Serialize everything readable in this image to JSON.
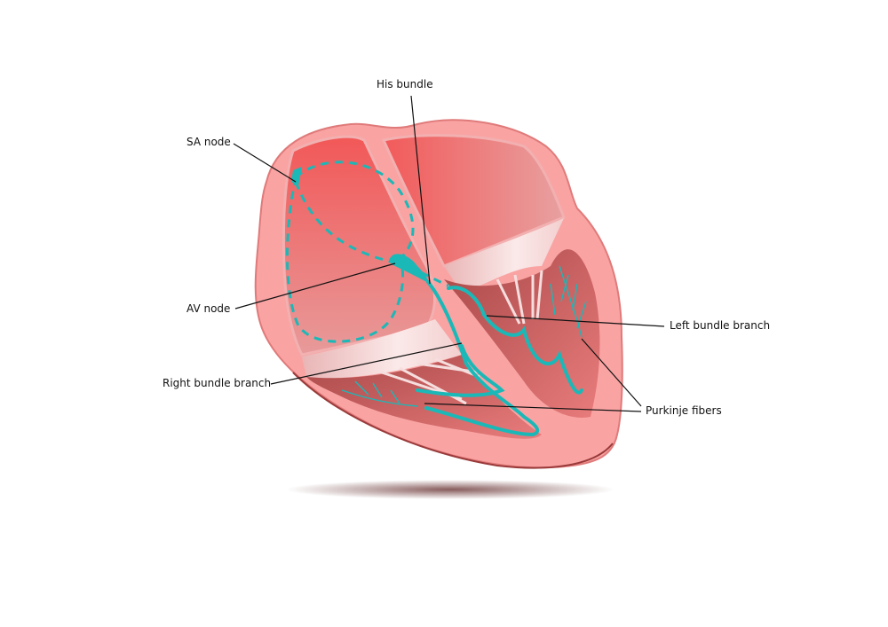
{
  "title": "Cardiac conduction system",
  "labels": {
    "his_bundle": "His bundle",
    "sa_node": "SA node",
    "av_node": "AV node",
    "left_bundle_branch": "Left bundle branch",
    "right_bundle_branch": "Right bundle branch",
    "purkinje_fibers": "Purkinje fibers"
  },
  "colors": {
    "wall": "#f9a3a3",
    "wall_edge": "#e07a7a",
    "chamber": "#ef6f6f",
    "conduction": "#1bb8b8",
    "valve": "#f6dede",
    "shadow": "#8a5a5a"
  }
}
